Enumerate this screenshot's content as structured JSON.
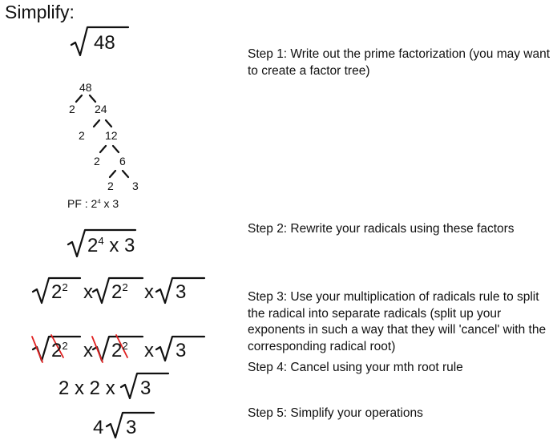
{
  "title": "Simplify:",
  "problem": {
    "radicand": "48"
  },
  "factor_tree": {
    "nodes": [
      "48",
      "2",
      "24",
      "2",
      "12",
      "2",
      "6",
      "2",
      "3"
    ],
    "pf_label": "PF : 2",
    "pf_exp": "4",
    "pf_rest": " x 3"
  },
  "work": {
    "line2": {
      "base": "2",
      "exp": "4",
      "rest": " x 3"
    },
    "line3": {
      "base1": "2",
      "exp1": "2",
      "op1": "x",
      "base2": "2",
      "exp2": "2",
      "op2": "x",
      "rad3": "3"
    },
    "line4": {
      "base1": "2",
      "exp1": "2",
      "op1": "x",
      "base2": "2",
      "exp2": "2",
      "op2": "x",
      "rad3": "3"
    },
    "line5": {
      "prefix": "2 x 2 x",
      "rad": "3"
    },
    "line6": {
      "coef": "4",
      "rad": "3"
    }
  },
  "steps": [
    "Step 1: Write out the prime factorization (you may want to create a factor tree)",
    "Step 2: Rewrite your radicals using these factors",
    "Step 3: Use your multiplication of radicals rule to split the radical into separate radicals (split up your exponents in such a way that they will 'cancel' with the corresponding radical root)",
    "Step 4: Cancel using your mth root rule",
    "Step 5: Simplify your operations"
  ],
  "colors": {
    "cancel_mark": "#e02020",
    "ink": "#111111"
  }
}
